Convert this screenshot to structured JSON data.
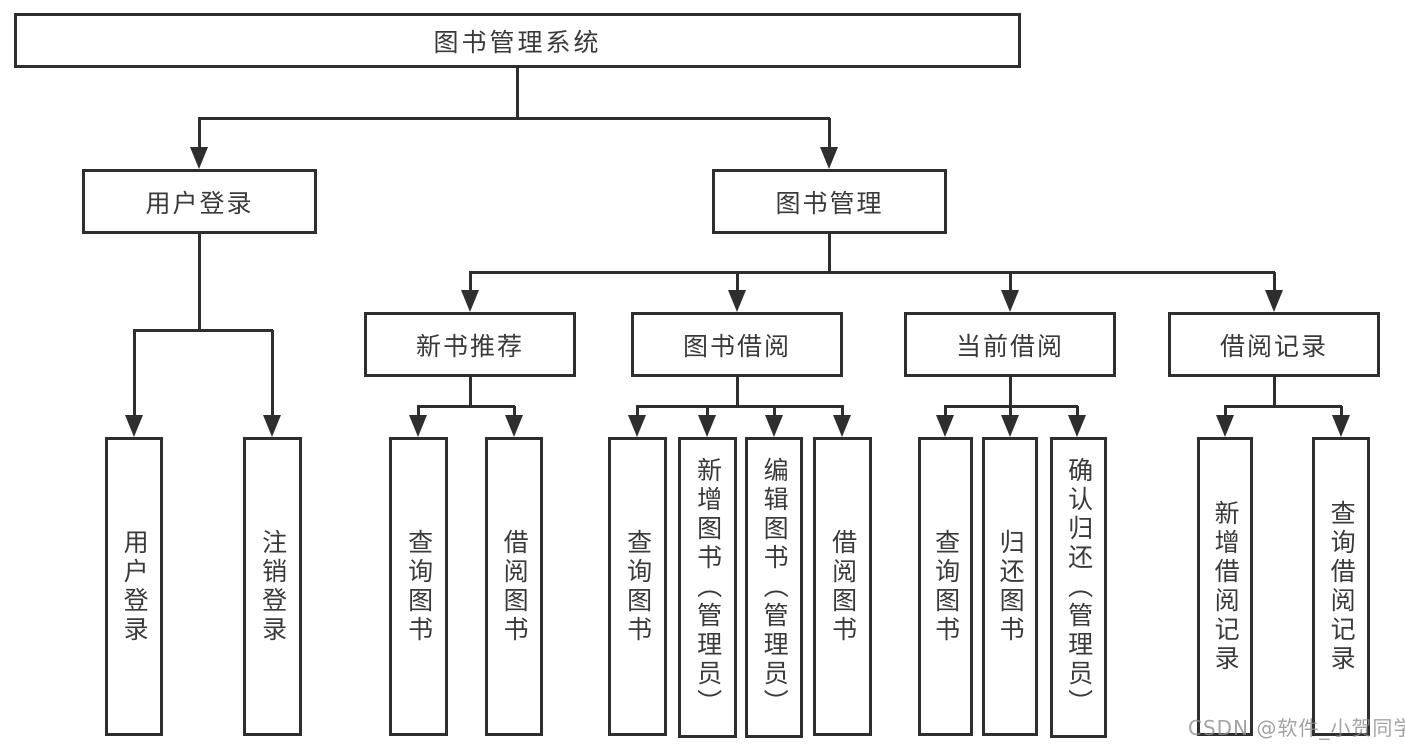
{
  "diagram_title": "图书管理系统",
  "watermark": {
    "text": "CSDN @软件_小贺同学"
  },
  "colors": {
    "line": "#2e2e2e",
    "text": "#3a3a3a",
    "background": "#ffffff",
    "watermark": "#8c8c8c"
  },
  "tree": {
    "root": {
      "label": "图书管理系统",
      "children": [
        {
          "label": "用户登录",
          "children": [
            {
              "label": "用户登录"
            },
            {
              "label": "注销登录"
            }
          ]
        },
        {
          "label": "图书管理",
          "children": [
            {
              "label": "新书推荐",
              "children": [
                {
                  "label": "查询图书"
                },
                {
                  "label": "借阅图书"
                }
              ]
            },
            {
              "label": "图书借阅",
              "children": [
                {
                  "label": "查询图书"
                },
                {
                  "label": "新增图书（管理员）"
                },
                {
                  "label": "编辑图书（管理员）"
                },
                {
                  "label": "借阅图书"
                }
              ]
            },
            {
              "label": "当前借阅",
              "children": [
                {
                  "label": "查询图书"
                },
                {
                  "label": "归还图书"
                },
                {
                  "label": "确认归还（管理员）"
                }
              ]
            },
            {
              "label": "借阅记录",
              "children": [
                {
                  "label": "新增借阅记录"
                },
                {
                  "label": "查询借阅记录"
                }
              ]
            }
          ]
        }
      ]
    }
  }
}
